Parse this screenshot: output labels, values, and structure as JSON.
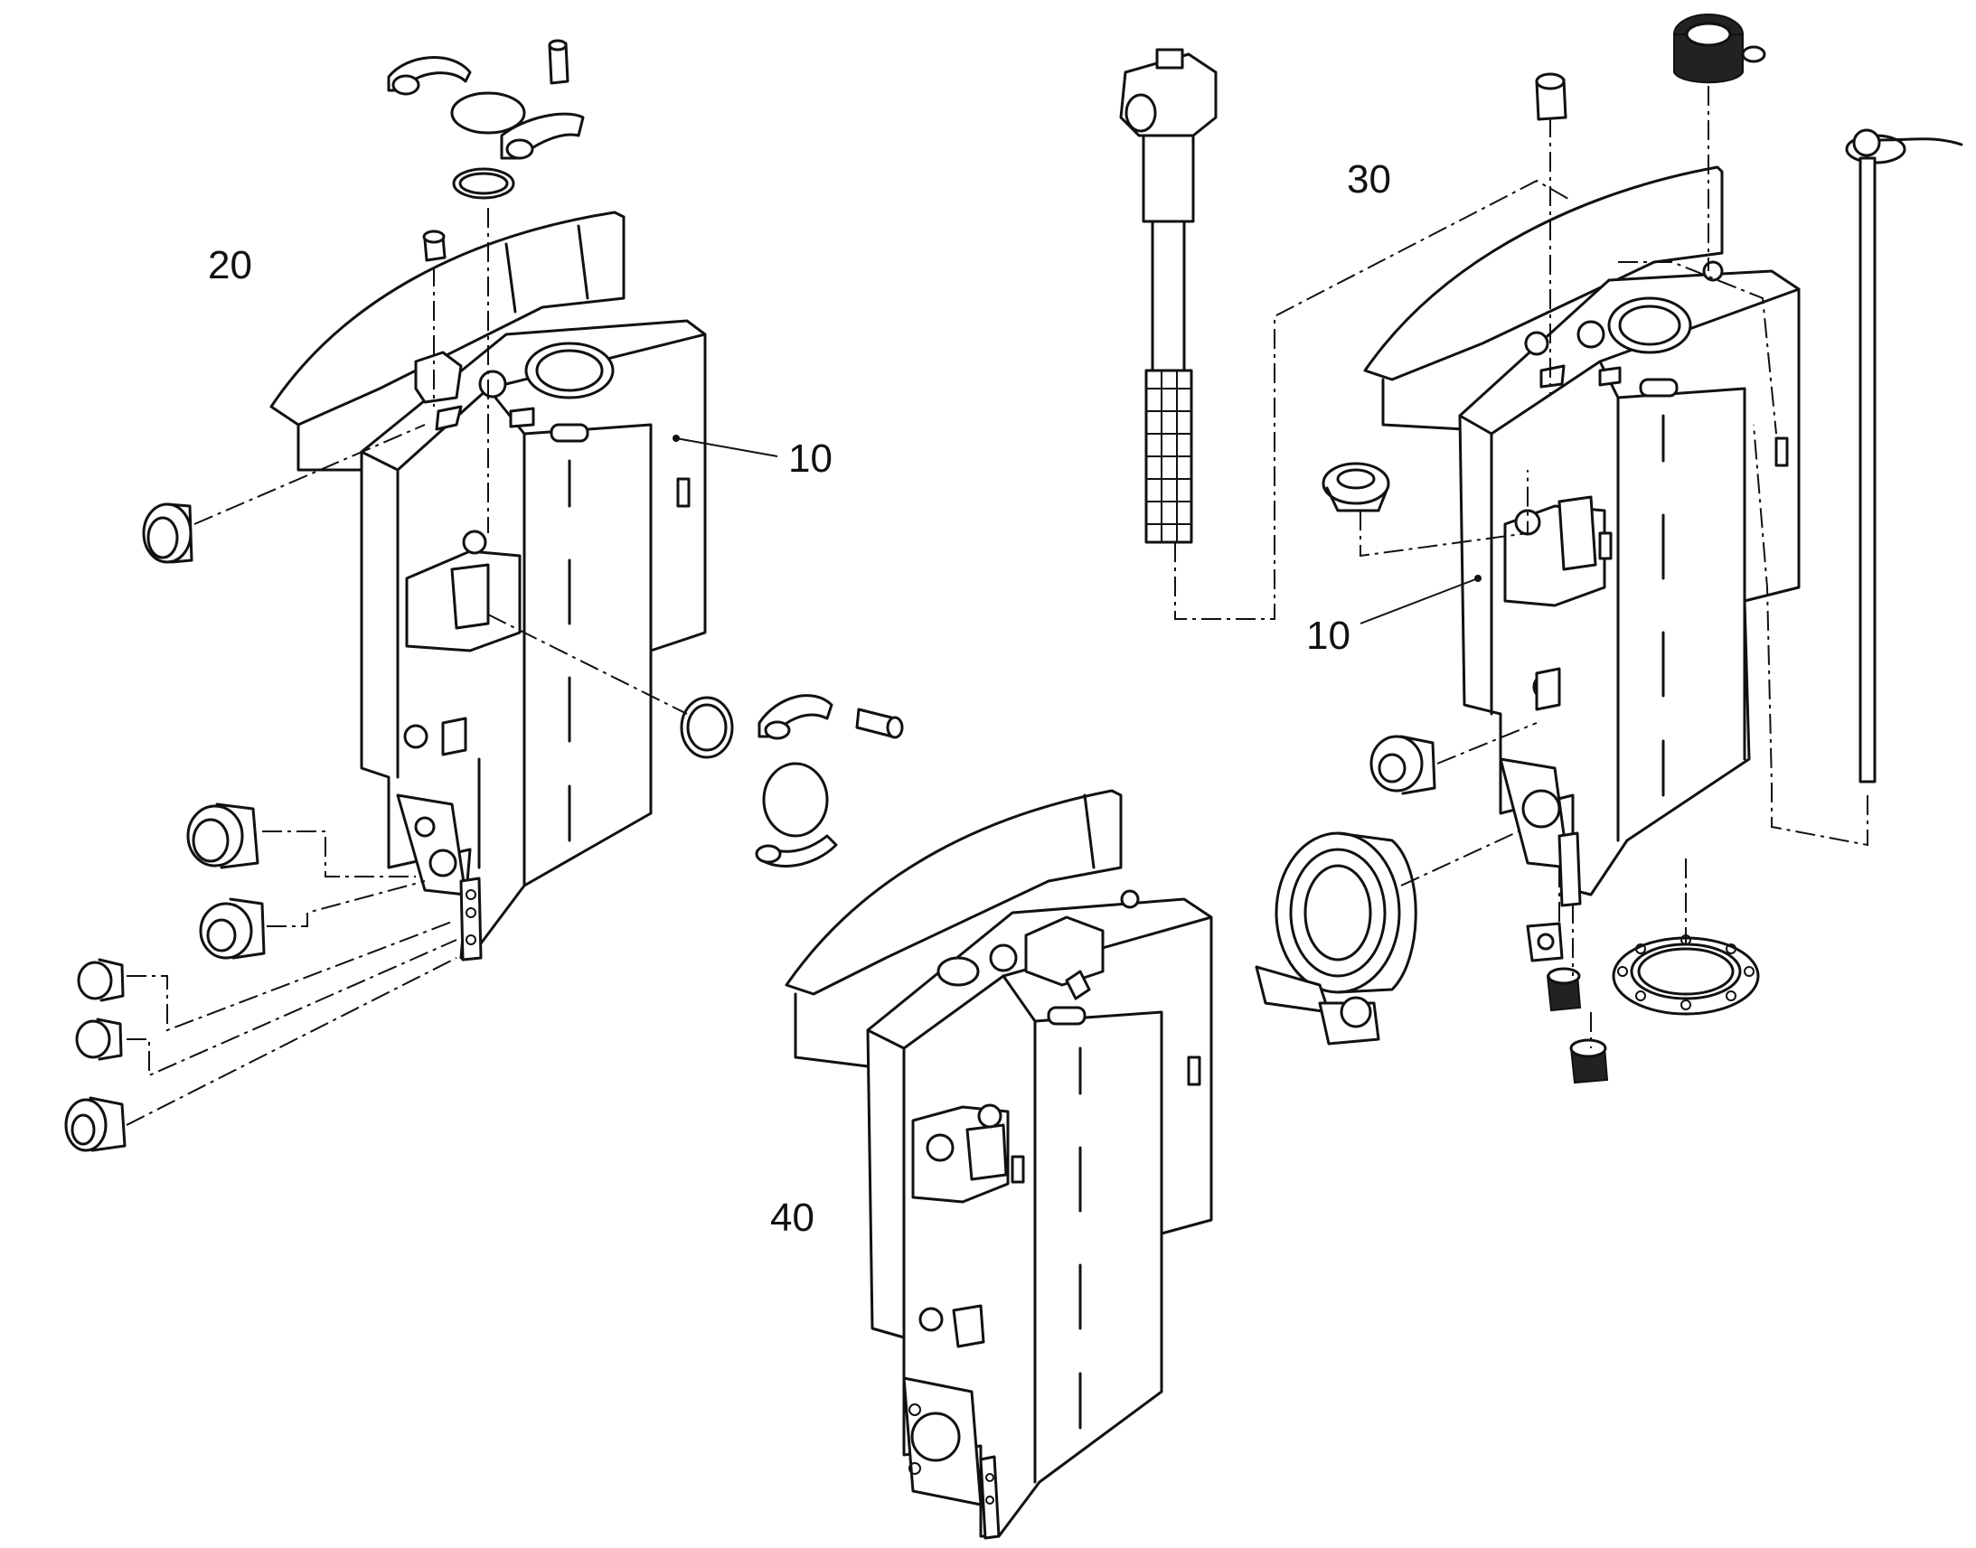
{
  "labels": {
    "assembly_20": "20",
    "assembly_30": "30",
    "assembly_40": "40",
    "part_10_left": "10",
    "part_10_right": "10"
  }
}
